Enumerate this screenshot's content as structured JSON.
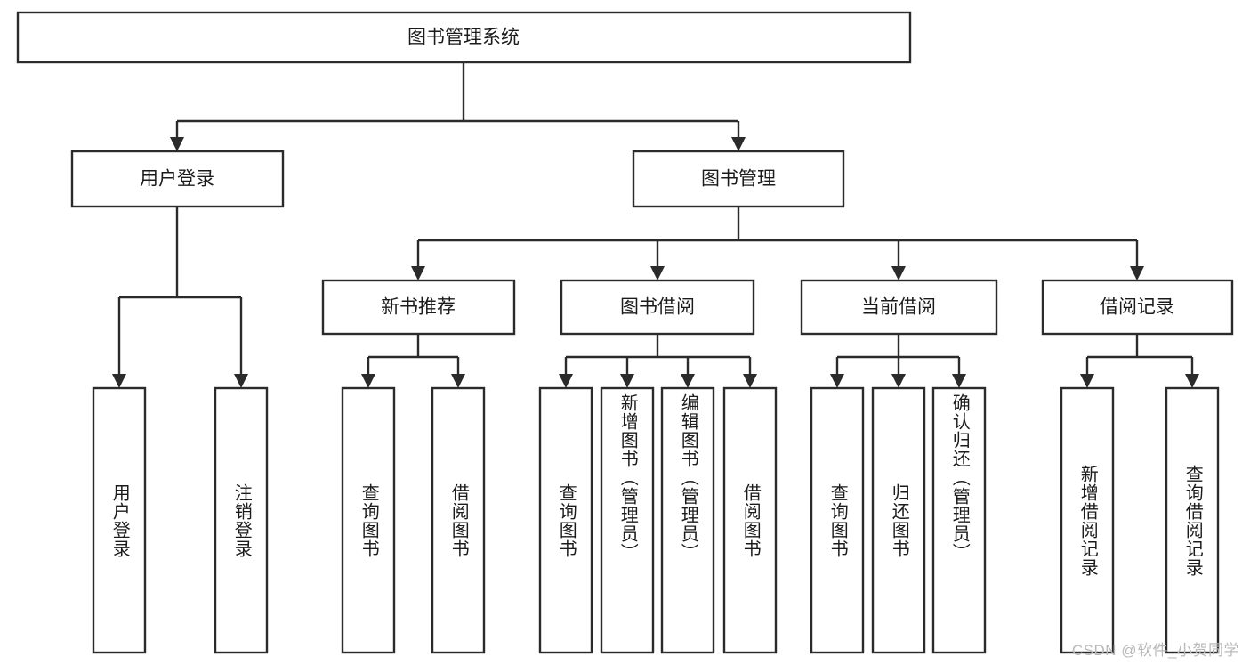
{
  "diagram": {
    "type": "tree-hierarchy",
    "title": "图书管理系统",
    "orientation": "top-down",
    "colors": {
      "box_stroke": "#2b2b2b",
      "box_fill": "#ffffff",
      "text": "#1b1b1b",
      "background": "#ffffff",
      "watermark": "#b9b9b9"
    },
    "root": {
      "id": "root",
      "label": "图书管理系统",
      "level": 0
    },
    "level1": [
      {
        "id": "user-login",
        "label": "用户登录",
        "level": 1
      },
      {
        "id": "book-manage",
        "label": "图书管理",
        "level": 1
      }
    ],
    "level2": [
      {
        "id": "new-book-recommend",
        "label": "新书推荐",
        "level": 2,
        "parent": "book-manage"
      },
      {
        "id": "book-borrow",
        "label": "图书借阅",
        "level": 2,
        "parent": "book-manage"
      },
      {
        "id": "current-borrow",
        "label": "当前借阅",
        "level": 2,
        "parent": "book-manage"
      },
      {
        "id": "borrow-record",
        "label": "借阅记录",
        "level": 2,
        "parent": "book-manage"
      }
    ],
    "leaves": [
      {
        "id": "leaf-user-login",
        "label": "用户登录",
        "parent": "user-login"
      },
      {
        "id": "leaf-logout-login",
        "label": "注销登录",
        "parent": "user-login"
      },
      {
        "id": "leaf-query-book-1",
        "label": "查询图书",
        "parent": "new-book-recommend"
      },
      {
        "id": "leaf-borrow-book-1",
        "label": "借阅图书",
        "parent": "new-book-recommend"
      },
      {
        "id": "leaf-query-book-2",
        "label": "查询图书",
        "parent": "book-borrow"
      },
      {
        "id": "leaf-add-book",
        "label": "新增图书（管理员）",
        "parent": "book-borrow"
      },
      {
        "id": "leaf-edit-book",
        "label": "编辑图书（管理员）",
        "parent": "book-borrow"
      },
      {
        "id": "leaf-borrow-book-2",
        "label": "借阅图书",
        "parent": "book-borrow"
      },
      {
        "id": "leaf-query-book-3",
        "label": "查询图书",
        "parent": "current-borrow"
      },
      {
        "id": "leaf-return-book",
        "label": "归还图书",
        "parent": "current-borrow"
      },
      {
        "id": "leaf-confirm-return",
        "label": "确认归还（管理员）",
        "parent": "current-borrow"
      },
      {
        "id": "leaf-add-record",
        "label": "新增借阅记录",
        "parent": "borrow-record"
      },
      {
        "id": "leaf-query-record",
        "label": "查询借阅记录",
        "parent": "borrow-record"
      }
    ]
  },
  "watermark": {
    "text": "CSDN @软件_小贺同学"
  }
}
